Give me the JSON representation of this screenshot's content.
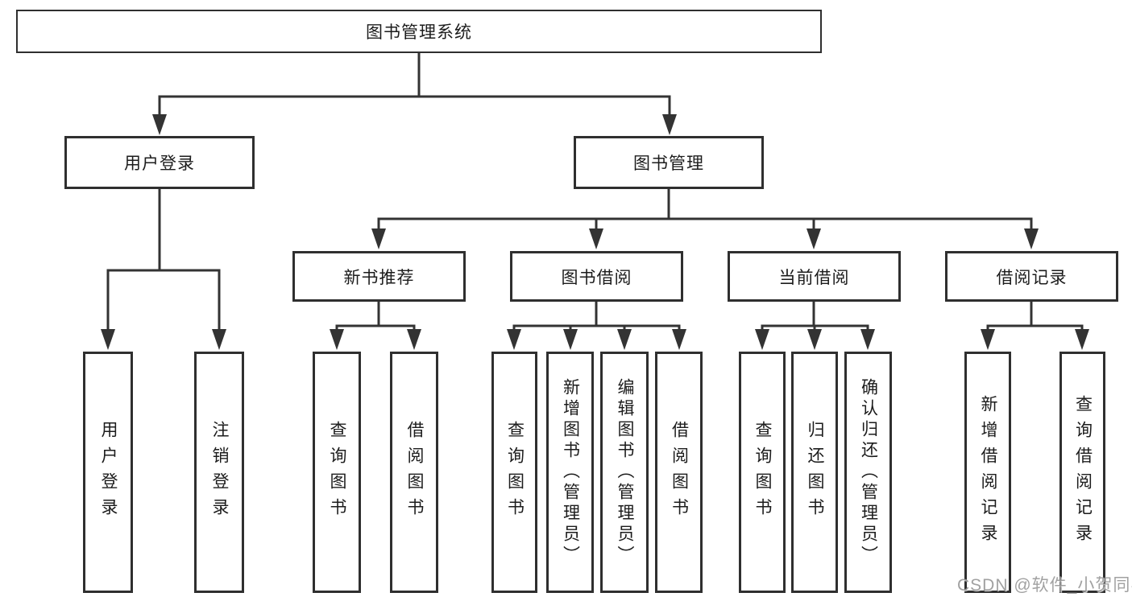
{
  "tree": {
    "root": {
      "label": "图书管理系统",
      "children": [
        {
          "label": "用户登录",
          "children": [
            {
              "label": "用户登录"
            },
            {
              "label": "注销登录"
            }
          ]
        },
        {
          "label": "图书管理",
          "children": [
            {
              "label": "新书推荐",
              "children": [
                {
                  "label": "查询图书"
                },
                {
                  "label": "借阅图书"
                }
              ]
            },
            {
              "label": "图书借阅",
              "children": [
                {
                  "label": "查询图书"
                },
                {
                  "label": "新增图书（管理员）"
                },
                {
                  "label": "编辑图书（管理员）"
                },
                {
                  "label": "借阅图书"
                }
              ]
            },
            {
              "label": "当前借阅",
              "children": [
                {
                  "label": "查询图书"
                },
                {
                  "label": "归还图书"
                },
                {
                  "label": "确认归还（管理员）"
                }
              ]
            },
            {
              "label": "借阅记录",
              "children": [
                {
                  "label": "新增借阅记录"
                },
                {
                  "label": "查询借阅记录"
                }
              ]
            }
          ]
        }
      ]
    }
  },
  "watermark": {
    "text": "CSDN @软件_小贺同学"
  },
  "colors": {
    "background": "#ffffff",
    "line": "#333333",
    "box_border": "#2f2f2f",
    "text": "#1c1c1c",
    "watermark": "#949494"
  }
}
